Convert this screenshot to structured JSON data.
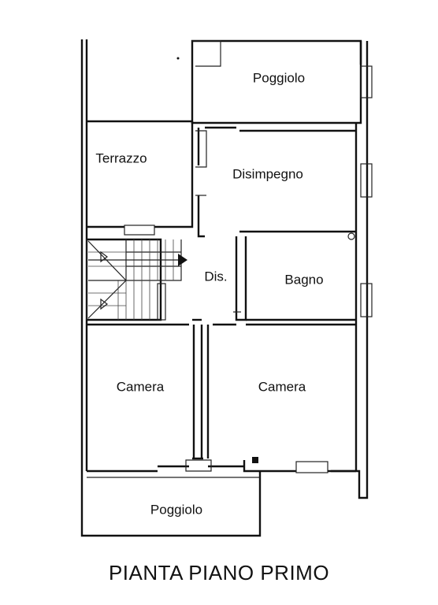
{
  "title": "PIANTA PIANO PRIMO",
  "rooms": {
    "poggiolo_top": "Poggiolo",
    "terrazzo": "Terrazzo",
    "disimpegno": "Disimpegno",
    "dis": "Dis.",
    "bagno": "Bagno",
    "camera_left": "Camera",
    "camera_right": "Camera",
    "poggiolo_bottom": "Poggiolo"
  }
}
